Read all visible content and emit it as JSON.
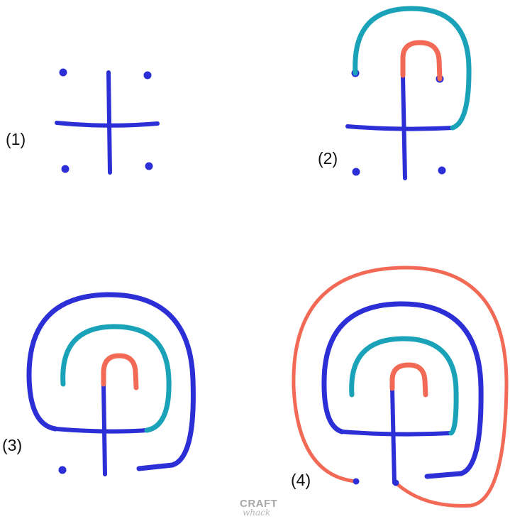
{
  "steps": [
    {
      "label": "(1)"
    },
    {
      "label": "(2)"
    },
    {
      "label": "(3)"
    },
    {
      "label": "(4)"
    }
  ],
  "watermark": {
    "line1": "CRAFT",
    "line2": "whack"
  },
  "colors": {
    "blue": "#2c2fd6",
    "teal": "#1aa3b8",
    "orange": "#f26a55",
    "text": "#111111"
  }
}
